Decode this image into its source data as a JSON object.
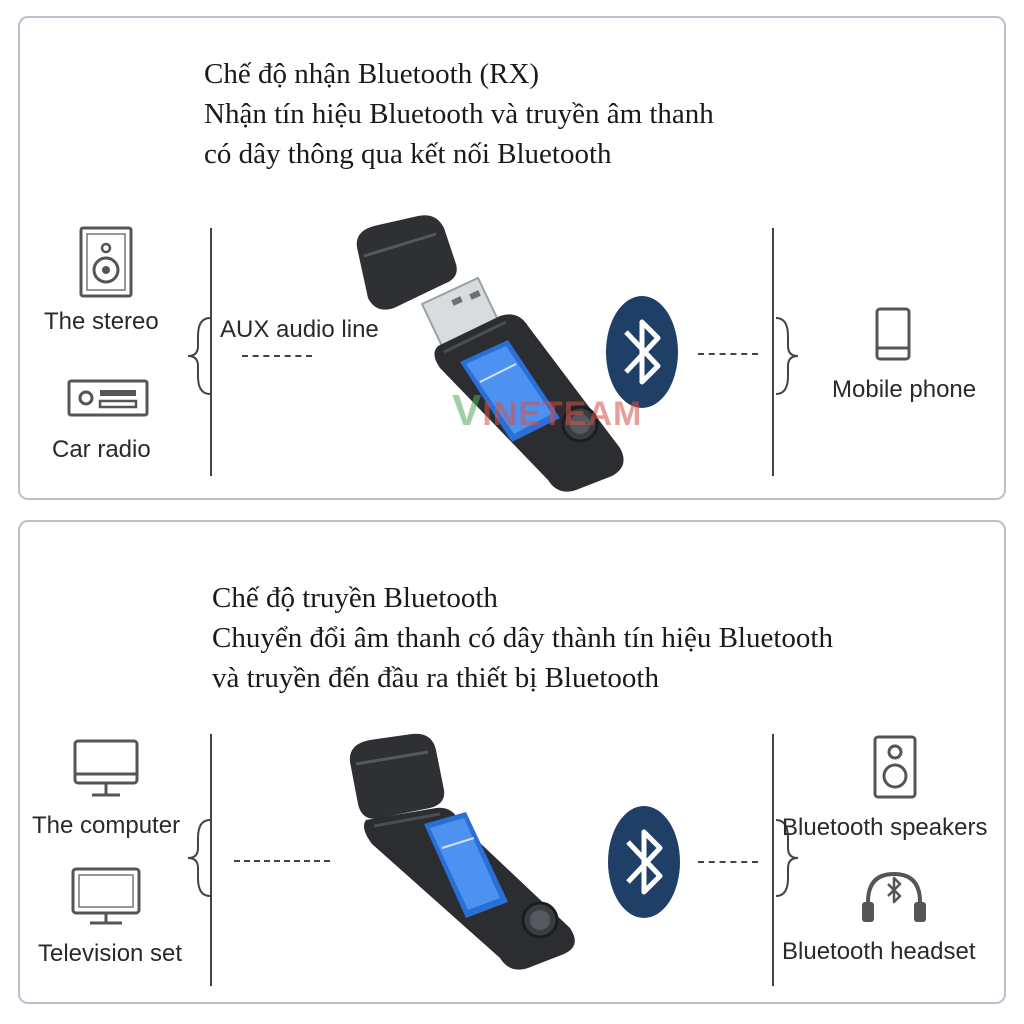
{
  "rx": {
    "heading": [
      "Chế độ nhận Bluetooth (RX)",
      "Nhận tín hiệu Bluetooth và truyền âm thanh",
      "có dây thông qua kết nối Bluetooth"
    ],
    "left_devices": [
      {
        "label": "The stereo",
        "icon": "stereo-speaker-icon"
      },
      {
        "label": "Car radio",
        "icon": "car-radio-icon"
      }
    ],
    "connection_label": "AUX audio line",
    "right_devices": [
      {
        "label": "Mobile phone",
        "icon": "mobile-phone-icon"
      }
    ]
  },
  "tx": {
    "heading": [
      "Chế độ truyền Bluetooth",
      "Chuyển đổi âm thanh có dây thành tín hiệu Bluetooth",
      "và truyền đến đầu ra thiết bị Bluetooth"
    ],
    "left_devices": [
      {
        "label": "The computer",
        "icon": "computer-monitor-icon"
      },
      {
        "label": "Television set",
        "icon": "television-icon"
      }
    ],
    "right_devices": [
      {
        "label": "Bluetooth speakers",
        "icon": "bluetooth-speaker-icon"
      },
      {
        "label": "Bluetooth headset",
        "icon": "bluetooth-headset-icon"
      }
    ]
  },
  "watermark": {
    "first_letter": "V",
    "rest": "INETEAM"
  },
  "colors": {
    "bluetooth_badge": "#1f3f66",
    "panel_border": "#b9c2cc",
    "device_body": "#2b2d31"
  }
}
